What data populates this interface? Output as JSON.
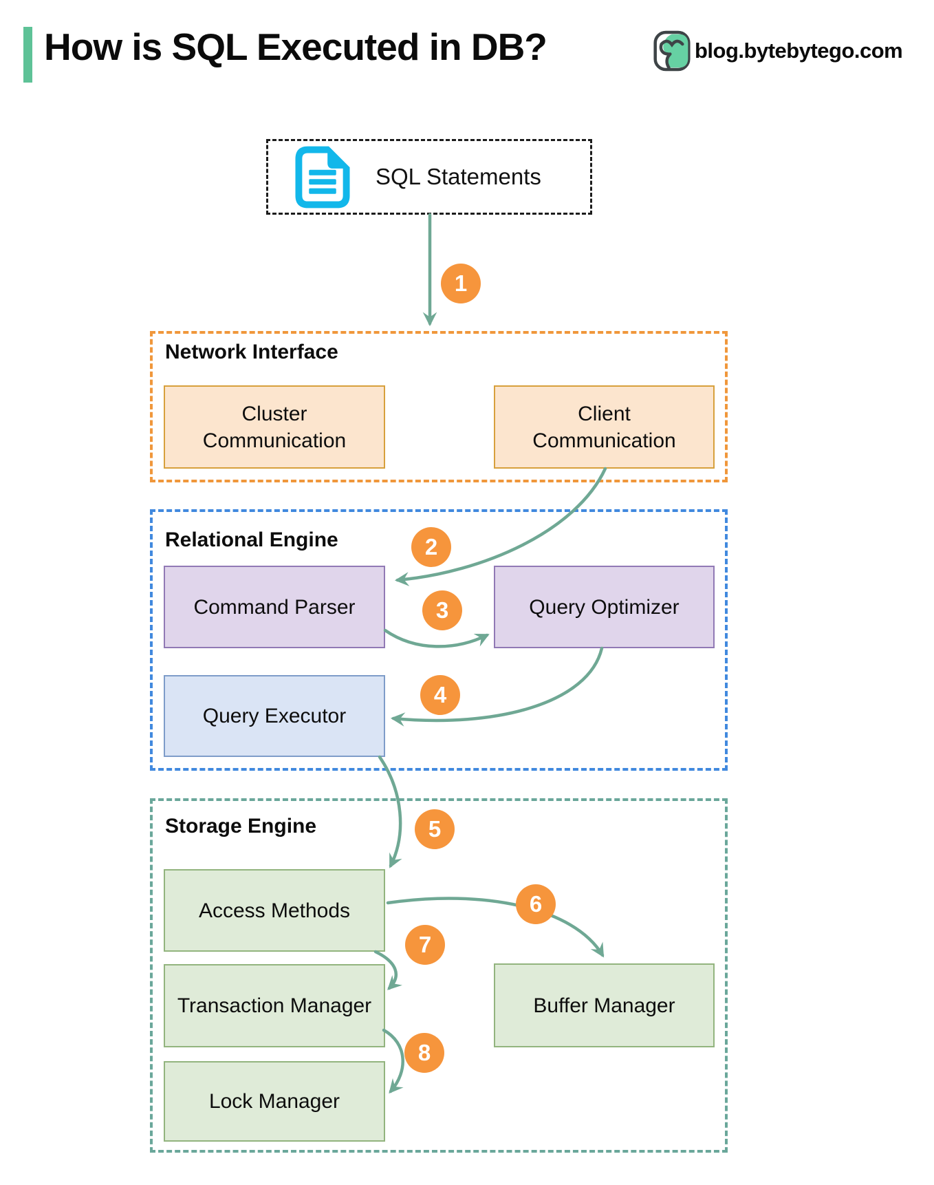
{
  "header": {
    "title": "How is SQL Executed in DB?",
    "brand": "blog.bytebytego.com"
  },
  "sections": {
    "network": "Network Interface",
    "relational": "Relational Engine",
    "storage": "Storage Engine"
  },
  "nodes": {
    "sql": "SQL Statements",
    "cluster": "Cluster Communication",
    "client": "Client Communication",
    "parser": "Command Parser",
    "optimizer": "Query Optimizer",
    "executor": "Query Executor",
    "access": "Access Methods",
    "transaction": "Transaction Manager",
    "buffer": "Buffer Manager",
    "lock": "Lock Manager"
  },
  "steps": {
    "s1": "1",
    "s2": "2",
    "s3": "3",
    "s4": "4",
    "s5": "5",
    "s6": "6",
    "s7": "7",
    "s8": "8"
  },
  "colors": {
    "accent_green": "#5EC297",
    "document_icon_cyan": "#12B7EA",
    "network_section_border": "#F0973B",
    "network_box_fill": "#FCE5CE",
    "network_box_border": "#D7A03C",
    "relational_section_border": "#4189DE",
    "parser_optimizer_fill": "#E0D5EB",
    "parser_optimizer_border": "#9179B5",
    "executor_fill": "#DAE4F5",
    "executor_border": "#7E9CC9",
    "storage_section_border": "#6AA79A",
    "storage_box_fill": "#DFEBD8",
    "storage_box_border": "#92B47E",
    "arrow_teal": "#6FA894",
    "badge_orange": "#F6953C"
  }
}
